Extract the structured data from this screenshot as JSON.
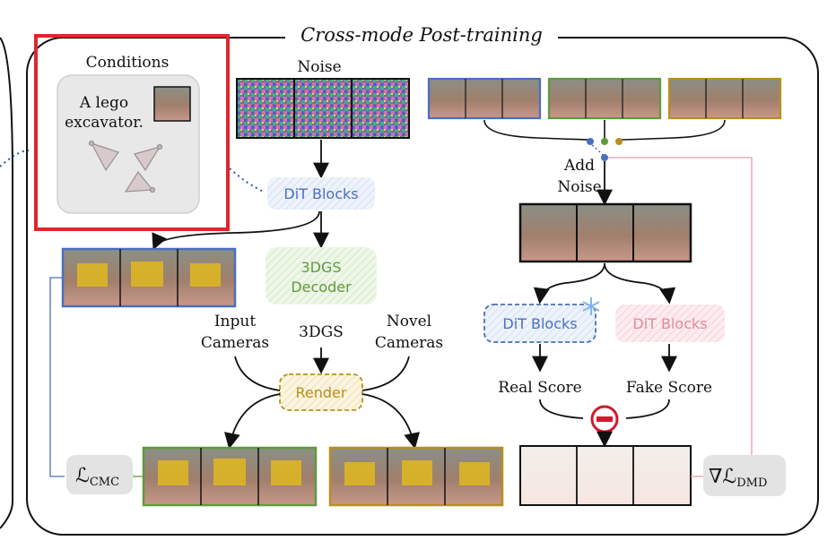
{
  "title": "Cross-mode Post-training",
  "conditions": {
    "heading": "Conditions",
    "text_line1": "A lego",
    "text_line2": "excavator."
  },
  "noise_label": "Noise",
  "dit_blocks_main": "DiT Blocks",
  "decoder_line1": "3DGS",
  "decoder_line2": "Decoder",
  "gs_label": "3DGS",
  "input_cameras_line1": "Input",
  "input_cameras_line2": "Cameras",
  "novel_cameras_line1": "Novel",
  "novel_cameras_line2": "Cameras",
  "render_label": "Render",
  "loss_cmc": {
    "symbol": "ℒ",
    "sub": "CMC"
  },
  "add_noise_line1": "Add",
  "add_noise_line2": "Noise",
  "dit_real": "DiT Blocks",
  "dit_fake": "DiT Blocks",
  "real_score": "Real Score",
  "fake_score": "Fake Score",
  "loss_dmd": {
    "prefix": "∇ℒ",
    "sub": "DMD"
  },
  "minus_symbol": "−",
  "colors": {
    "blue": "#4a6fbf",
    "green": "#5f9a3c",
    "gold": "#b8901a",
    "red": "#e0262b",
    "pink": "#e79aa6",
    "minus_red": "#d0192b"
  }
}
